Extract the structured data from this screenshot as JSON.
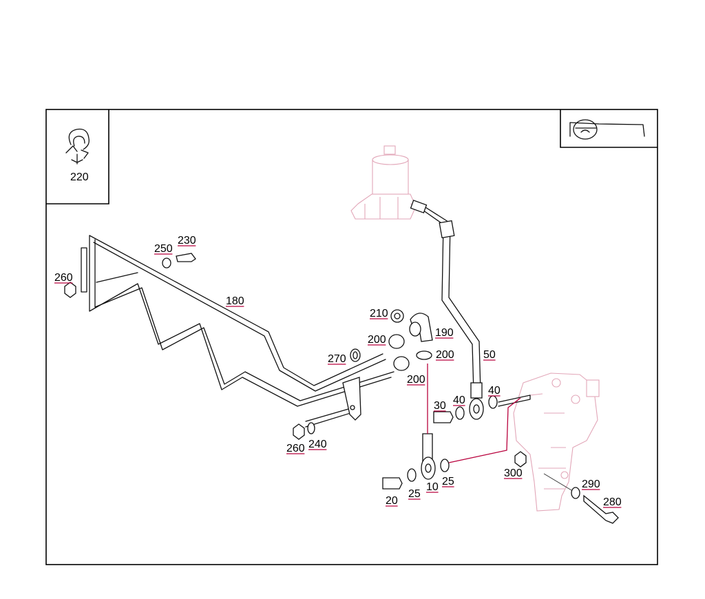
{
  "diagram": {
    "inset_label": "220",
    "callouts": [
      {
        "id": "180",
        "text": "180"
      },
      {
        "id": "230",
        "text": "230"
      },
      {
        "id": "250",
        "text": "250"
      },
      {
        "id": "260a",
        "text": "260"
      },
      {
        "id": "210",
        "text": "210"
      },
      {
        "id": "190",
        "text": "190"
      },
      {
        "id": "200a",
        "text": "200"
      },
      {
        "id": "200b",
        "text": "200"
      },
      {
        "id": "200c",
        "text": "200"
      },
      {
        "id": "270",
        "text": "270"
      },
      {
        "id": "50",
        "text": "50"
      },
      {
        "id": "40a",
        "text": "40"
      },
      {
        "id": "40b",
        "text": "40"
      },
      {
        "id": "30",
        "text": "30"
      },
      {
        "id": "260b",
        "text": "260"
      },
      {
        "id": "240",
        "text": "240"
      },
      {
        "id": "300",
        "text": "300"
      },
      {
        "id": "290",
        "text": "290"
      },
      {
        "id": "280",
        "text": "280"
      },
      {
        "id": "20",
        "text": "20"
      },
      {
        "id": "25a",
        "text": "25"
      },
      {
        "id": "10",
        "text": "10"
      },
      {
        "id": "25b",
        "text": "25"
      }
    ],
    "icons": {
      "clip": "hose-clip-icon",
      "view": "vehicle-view-icon"
    }
  }
}
